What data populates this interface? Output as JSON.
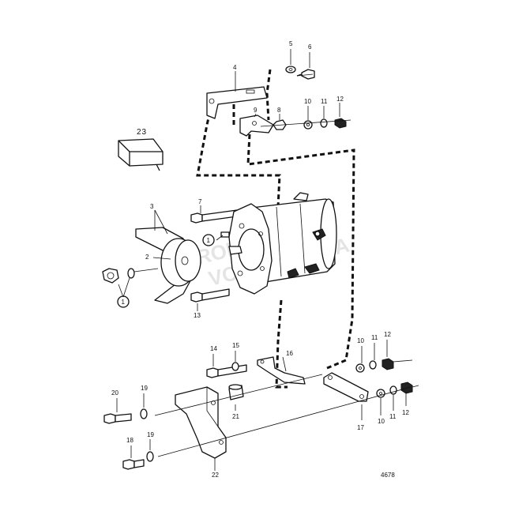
{
  "labels": {
    "l1": "1",
    "l2": "2",
    "l3": "3",
    "l4": "4",
    "l5": "5",
    "l6": "6",
    "l7": "7",
    "l8": "8",
    "l9": "9",
    "l10a": "10",
    "l10b": "10",
    "l10c": "10",
    "l11a": "11",
    "l11b": "11",
    "l11c": "11",
    "l12a": "12",
    "l12b": "12",
    "l12c": "12",
    "l13": "13",
    "l14": "14",
    "l15": "15",
    "l16": "16",
    "l17": "17",
    "l18": "18",
    "l19a": "19",
    "l19b": "19",
    "l20": "20",
    "l21": "21",
    "l22": "22",
    "l23": "23"
  },
  "circled": {
    "c1a": "1",
    "c1b": "1"
  },
  "figure_number": "4678",
  "watermark": {
    "line1": "PROPERTY OF",
    "line2": "VOLVO PENTA"
  }
}
